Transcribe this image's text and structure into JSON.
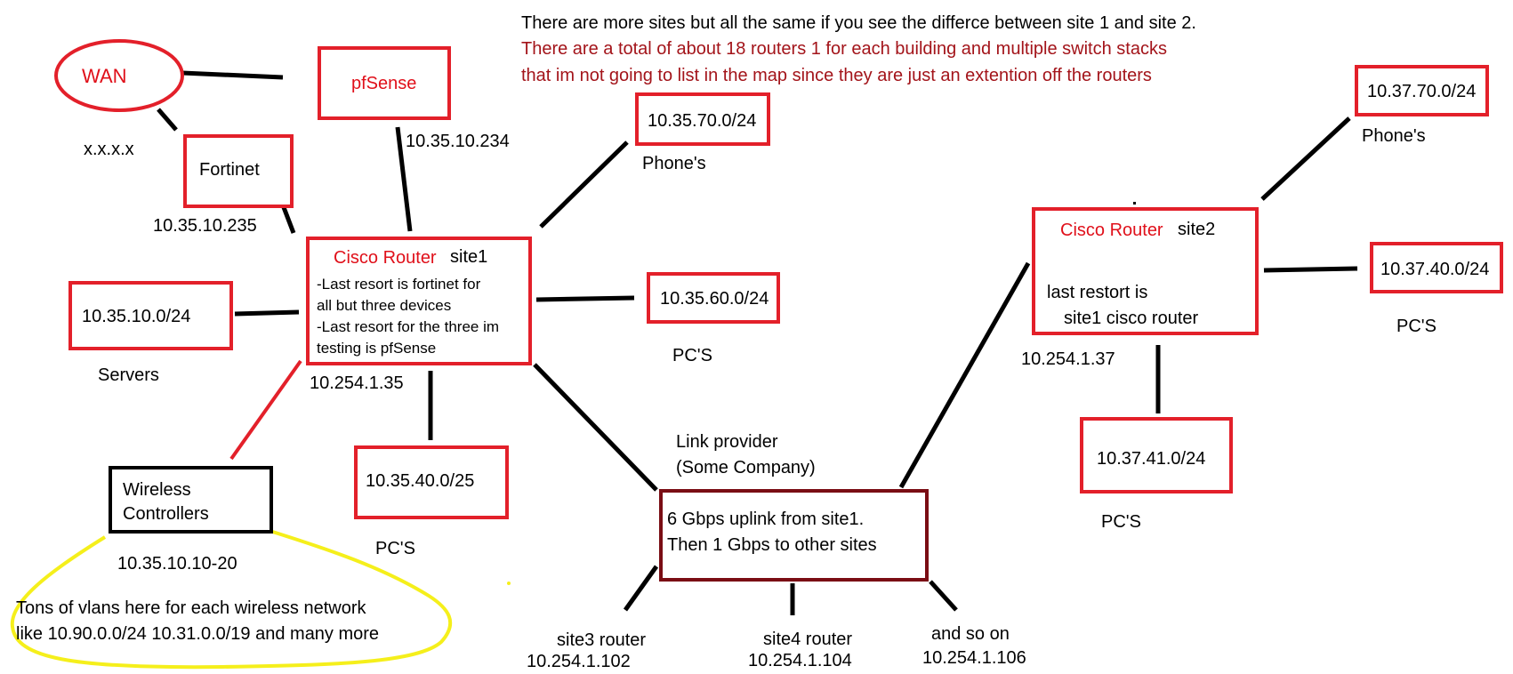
{
  "notes": {
    "line1": "There are more sites but all the same if you see the differce between site 1 and site 2.",
    "line2": "There are a total of about 18 routers 1 for each building and multiple switch stacks",
    "line3": "that im not going to list in the map since they are just an extention off the routers"
  },
  "wan": {
    "label": "WAN",
    "ip": "x.x.x.x"
  },
  "pfsense": {
    "label": "pfSense",
    "ip": "10.35.10.234"
  },
  "fortinet": {
    "label": "Fortinet",
    "ip": "10.35.10.235"
  },
  "site1": {
    "router_label": "Cisco Router",
    "site_label": "site1",
    "desc1": "-Last resort is fortinet for",
    "desc2": "all but three devices",
    "desc3": "-Last resort for the three im",
    "desc4": "testing is pfSense",
    "ip": "10.254.1.35",
    "servers_net": "10.35.10.0/24",
    "servers_label": "Servers",
    "phones_net": "10.35.70.0/24",
    "phones_label": "Phone's",
    "pcs_net": "10.35.60.0/24",
    "pcs_label": "PC'S",
    "pcs2_net": "10.35.40.0/25",
    "pcs2_label": "PC'S"
  },
  "wireless": {
    "label1": "Wireless",
    "label2": "Controllers",
    "ip": "10.35.10.10-20",
    "vlans1": "Tons of vlans here for each wireless network",
    "vlans2": "like 10.90.0.0/24    10.31.0.0/19  and many more"
  },
  "provider": {
    "label1": "Link provider",
    "label2": "(Some Company)",
    "box1": "6 Gbps uplink from site1.",
    "box2": "Then 1 Gbps to other sites"
  },
  "site2": {
    "router_label": "Cisco Router",
    "site_label": "site2",
    "desc1": "last restort is",
    "desc2": "site1 cisco router",
    "ip": "10.254.1.37",
    "phones_net": "10.37.70.0/24",
    "phones_label": "Phone's",
    "pcs_net": "10.37.40.0/24",
    "pcs_label": "PC'S",
    "pcs2_net": "10.37.41.0/24",
    "pcs2_label": "PC'S"
  },
  "others": {
    "site3_label": "site3 router",
    "site3_ip": "10.254.1.102",
    "site4_label": "site4 router",
    "site4_ip": "10.254.1.104",
    "more_label": "and so on",
    "more_ip": "10.254.1.106"
  },
  "colors": {
    "box_red": "#e3202a",
    "text_red": "#e0101a",
    "note_red": "#a3141a",
    "provider_border": "#7a0d14",
    "highlight_yellow": "#f5ef1b",
    "wire": "#000000",
    "wireless_link": "#e3202a"
  }
}
